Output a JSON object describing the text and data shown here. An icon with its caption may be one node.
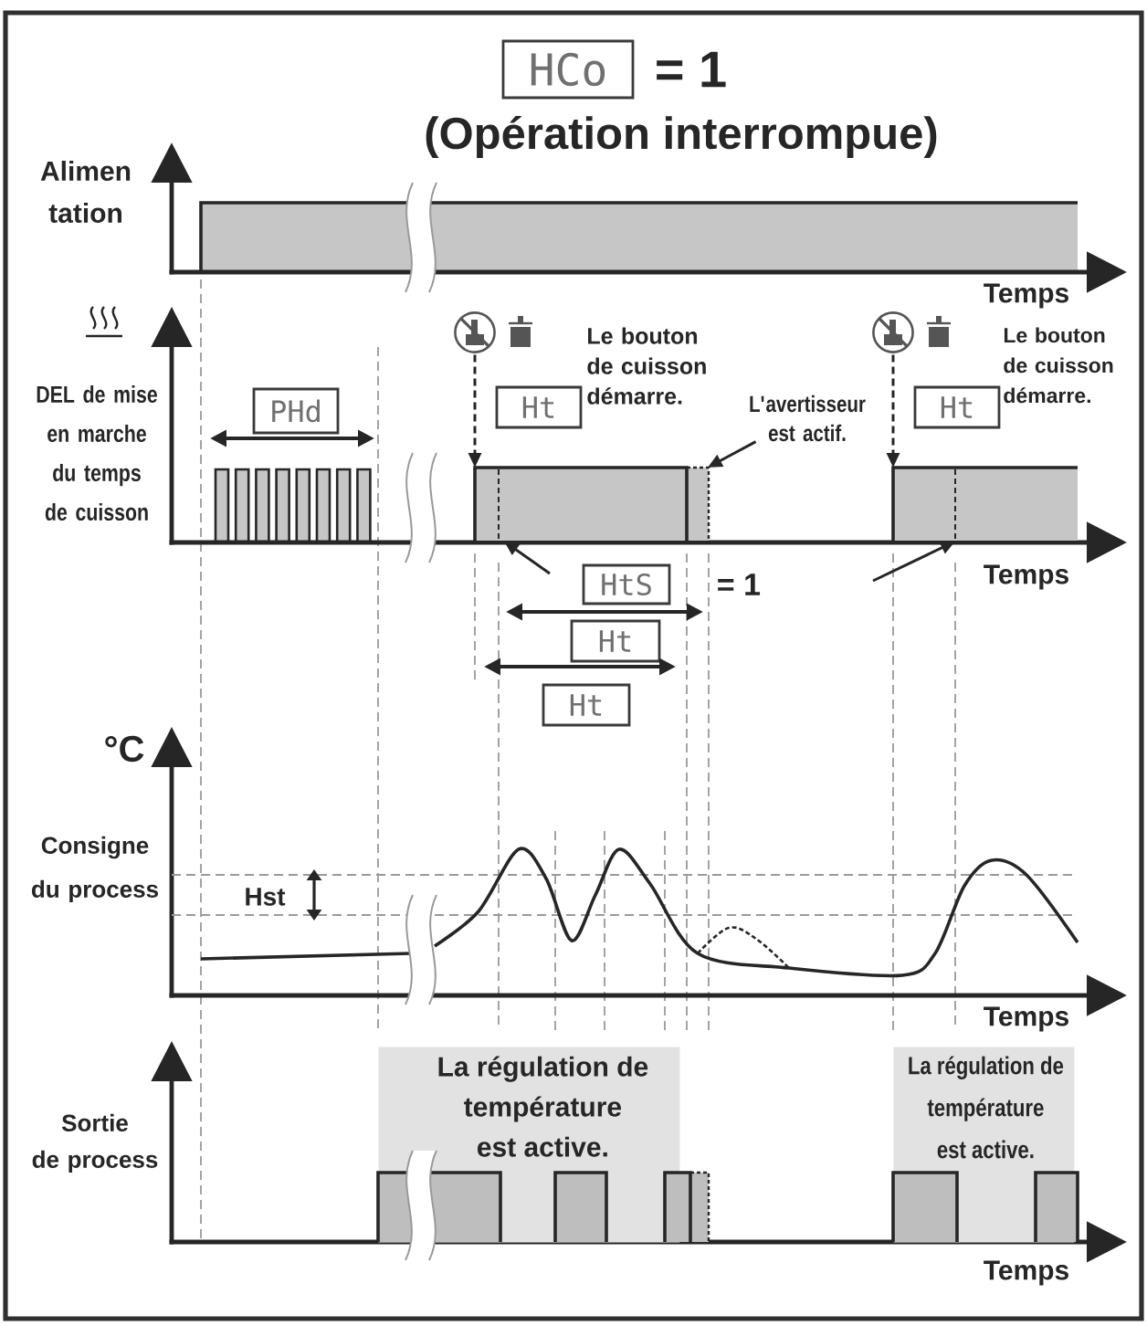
{
  "diagram": {
    "title": "(Opération interrompue)",
    "nodes": [
      {
        "text": [
          "HCo"
        ],
        "beside": [
          "= 1"
        ]
      },
      {
        "text": [],
        "shape": "picture"
      },
      {
        "text": [],
        "shape": "picture"
      },
      {
        "text": [
          "PHd"
        ]
      },
      {
        "text": [
          "Ht"
        ]
      },
      {
        "text": [
          "Ht"
        ]
      },
      {
        "text": [
          "L'avertisseur est actif."
        ]
      },
      {
        "text": [],
        "shape": "bar"
      },
      {
        "text": [],
        "shape": "bar"
      },
      {
        "text": [
          "HtS"
        ],
        "beside": [
          "= 1"
        ]
      },
      {
        "text": [
          "Ht"
        ]
      },
      {
        "text": [
          "Ht"
        ]
      },
      {
        "text": [
          "La régulation de température est active."
        ]
      },
      {
        "text": [
          "La régulation de température est active."
        ]
      }
    ],
    "edges": [
      {
        "from": 1,
        "to": 7,
        "arrow": "to",
        "style": "dashed"
      },
      {
        "from": 2,
        "to": 8,
        "arrow": "to",
        "style": "dashed"
      },
      {
        "from": 6,
        "to": 7,
        "arrow": "to"
      },
      {
        "from": null,
        "to": 7,
        "arrow": "to"
      },
      {
        "from": null,
        "to": 8,
        "arrow": "to"
      }
    ],
    "labels": [
      "Alimen tation",
      "Temps",
      "DEL de mise en marche du temps de cuisson",
      "Le bouton de cuisson démarre.",
      "Le bouton de cuisson démarre.",
      "Temps",
      "°C",
      "Consigne du process",
      "Hst",
      "Temps",
      "Sortie de process",
      "Temps"
    ]
  }
}
